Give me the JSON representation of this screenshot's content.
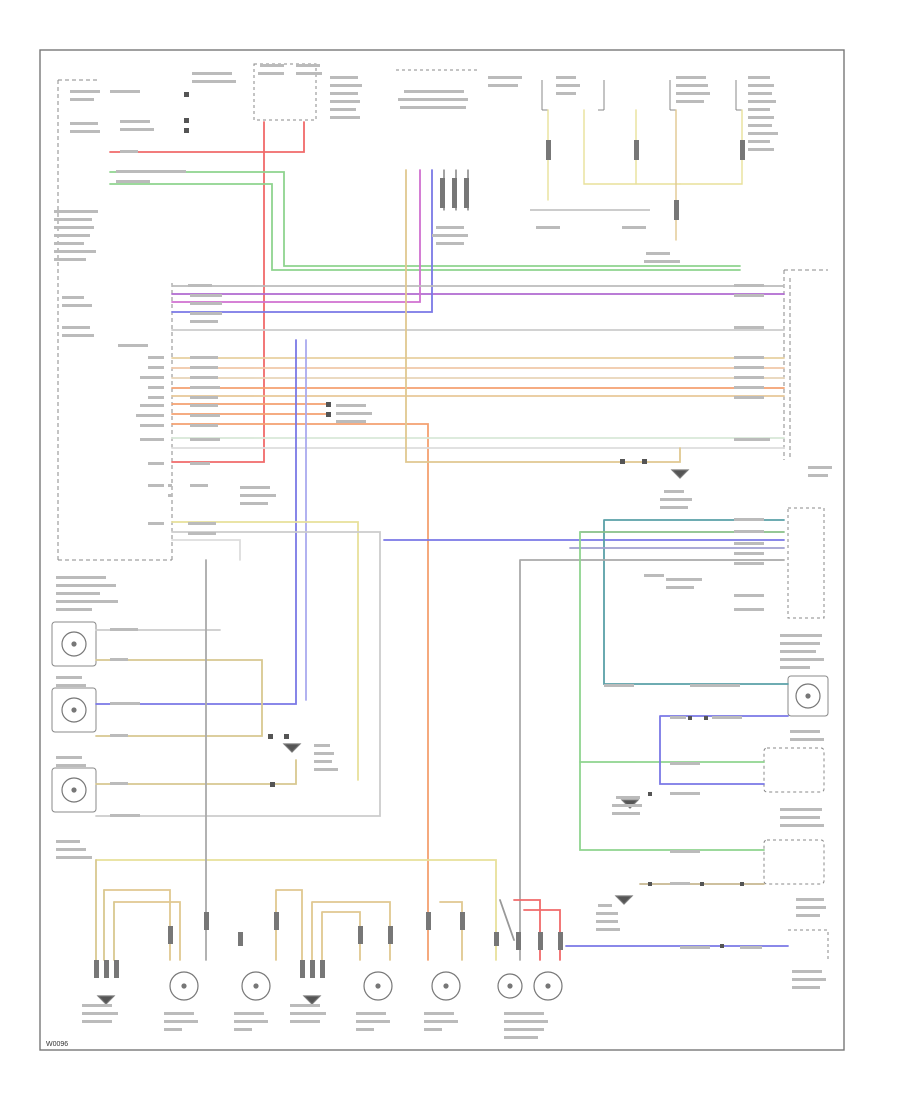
{
  "diagram": {
    "footer_code": "W0096",
    "colors": {
      "red": "#f06a6a",
      "green": "#8fd48f",
      "purple": "#b06ad0",
      "blue": "#7a78e6",
      "yellow": "#e8e09a",
      "orange": "#f4a070",
      "tan": "#d8c8a0",
      "gray": "#bbbbbb",
      "frame": "#777777"
    },
    "component_icons": [
      "lamp-bulb-icon",
      "ground-point-icon",
      "connector-icon",
      "switch-icon"
    ],
    "lamp_row": [
      {
        "id": "ground-left",
        "kind": "ground"
      },
      {
        "id": "left-rear-tail-lamp-1",
        "kind": "lamp"
      },
      {
        "id": "right-rear-tail-lamp",
        "kind": "lamp"
      },
      {
        "id": "ground-middle",
        "kind": "ground"
      },
      {
        "id": "left-rear-tail-lamp-2",
        "kind": "lamp"
      },
      {
        "id": "right-front-side-lamp",
        "kind": "lamp"
      },
      {
        "id": "license-lamp-pair",
        "kind": "lamp-pair"
      }
    ]
  }
}
